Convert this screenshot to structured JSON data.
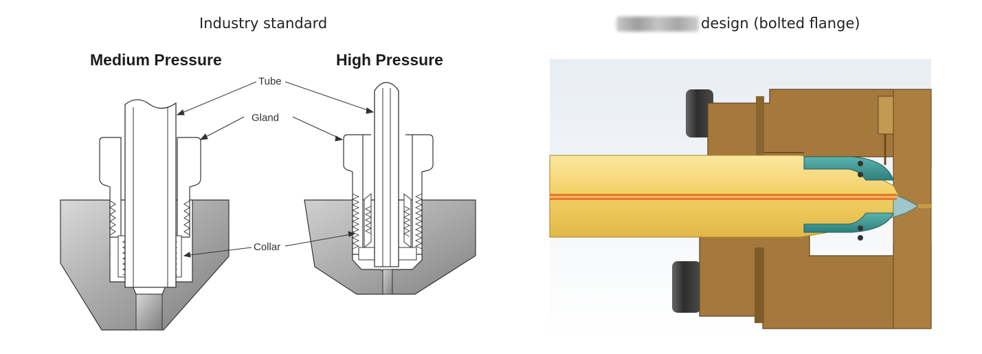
{
  "captions": {
    "left": "Industry standard",
    "right_redacted": "[blurred name]",
    "right": "design (bolted flange)"
  },
  "left_diagram": {
    "medium_title": "Medium Pressure",
    "high_title": "High Pressure",
    "labels": {
      "tube": "Tube",
      "gland": "Gland",
      "collar": "Collar"
    }
  },
  "right_render": {
    "colors": {
      "body": "#a5793c",
      "tube": "#f3d36a",
      "bore": "#e07a2a",
      "seal": "#3f9a98",
      "bolt": "#3a3a3a"
    }
  }
}
